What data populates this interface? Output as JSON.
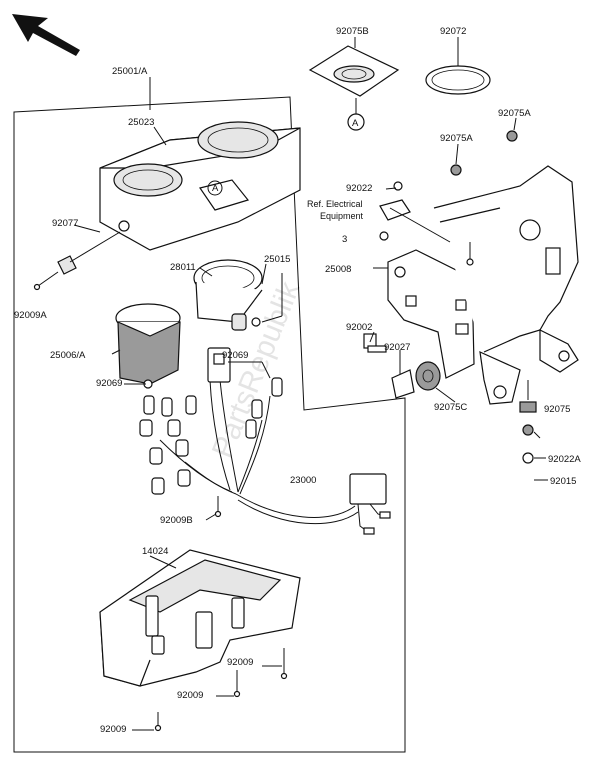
{
  "labels": {
    "p25001A": "25001/A",
    "p25023": "25023",
    "p92077": "92077",
    "p92009A": "92009A",
    "p28011": "28011",
    "p25015": "25015",
    "p25006A": "25006/A",
    "p92069a": "92069",
    "p92069b": "92069",
    "p92009B": "92009B",
    "p23000": "23000",
    "p14024": "14024",
    "p92009a": "92009",
    "p92009b": "92009",
    "p92009c": "92009",
    "p92075B": "92075B",
    "p92072": "92072",
    "p92075A1": "92075A",
    "p92075A2": "92075A",
    "p92022": "92022",
    "ref_line1": "Ref. Electrical",
    "ref_line2": "Equipment",
    "p3": "3",
    "p25008": "25008",
    "p92002": "92002",
    "p92027": "92027",
    "p92075C": "92075C",
    "p92075": "92075",
    "p92022A": "92022A",
    "p92015": "92015",
    "circleA1": "A",
    "circleA2": "A"
  },
  "watermark": "PartsRepublik"
}
